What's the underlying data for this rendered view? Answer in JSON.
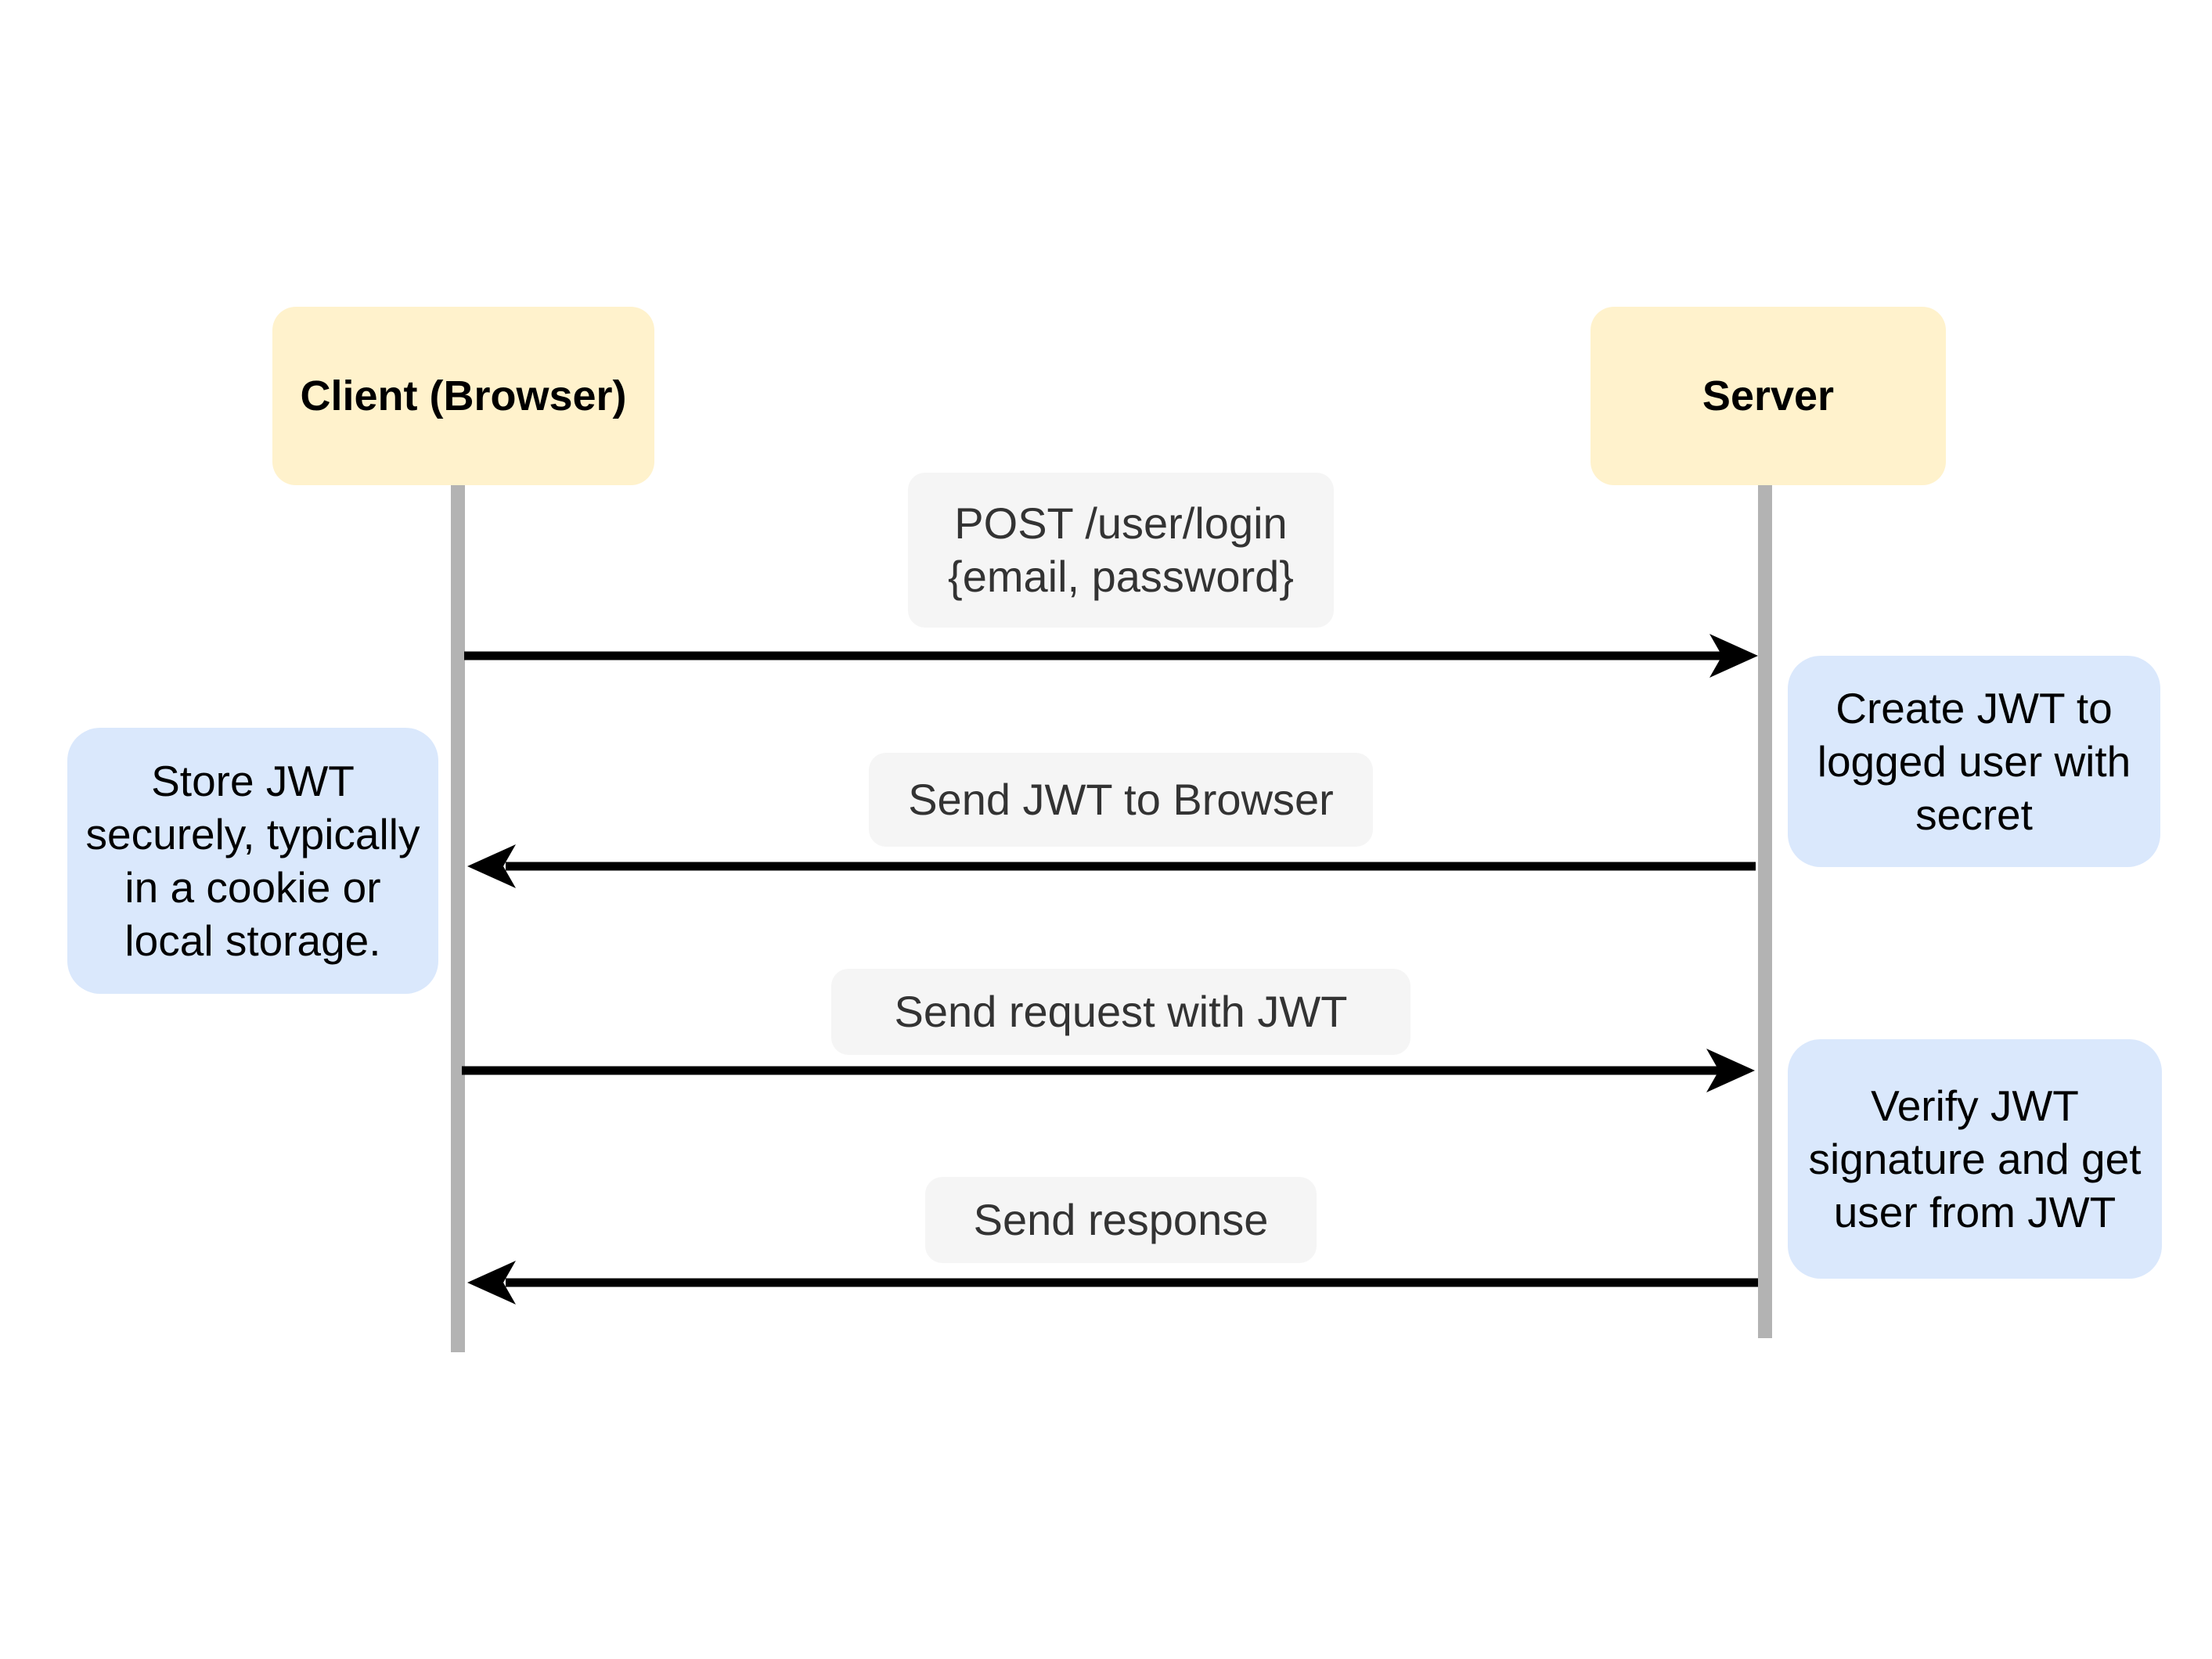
{
  "participants": {
    "client": "Client (Browser)",
    "server": "Server"
  },
  "messages": [
    {
      "label": "POST /user/login\n{email, password}",
      "direction": "client-to-server"
    },
    {
      "label": "Send JWT to Browser",
      "direction": "server-to-client"
    },
    {
      "label": "Send request with JWT",
      "direction": "client-to-server"
    },
    {
      "label": "Send response",
      "direction": "server-to-client"
    }
  ],
  "notes": {
    "client_store": "Store JWT\nsecurely, typically\nin a cookie or\nlocal storage.",
    "server_create": "Create JWT to\nlogged user with\nsecret",
    "server_verify": "Verify JWT\nsignature and get\nuser from JWT"
  },
  "colors": {
    "participant_fill": "#fff2cc",
    "message_label_fill": "#f5f5f5",
    "note_fill": "#dae8fc",
    "lifeline": "#b3b3b3",
    "arrow": "#000000"
  }
}
